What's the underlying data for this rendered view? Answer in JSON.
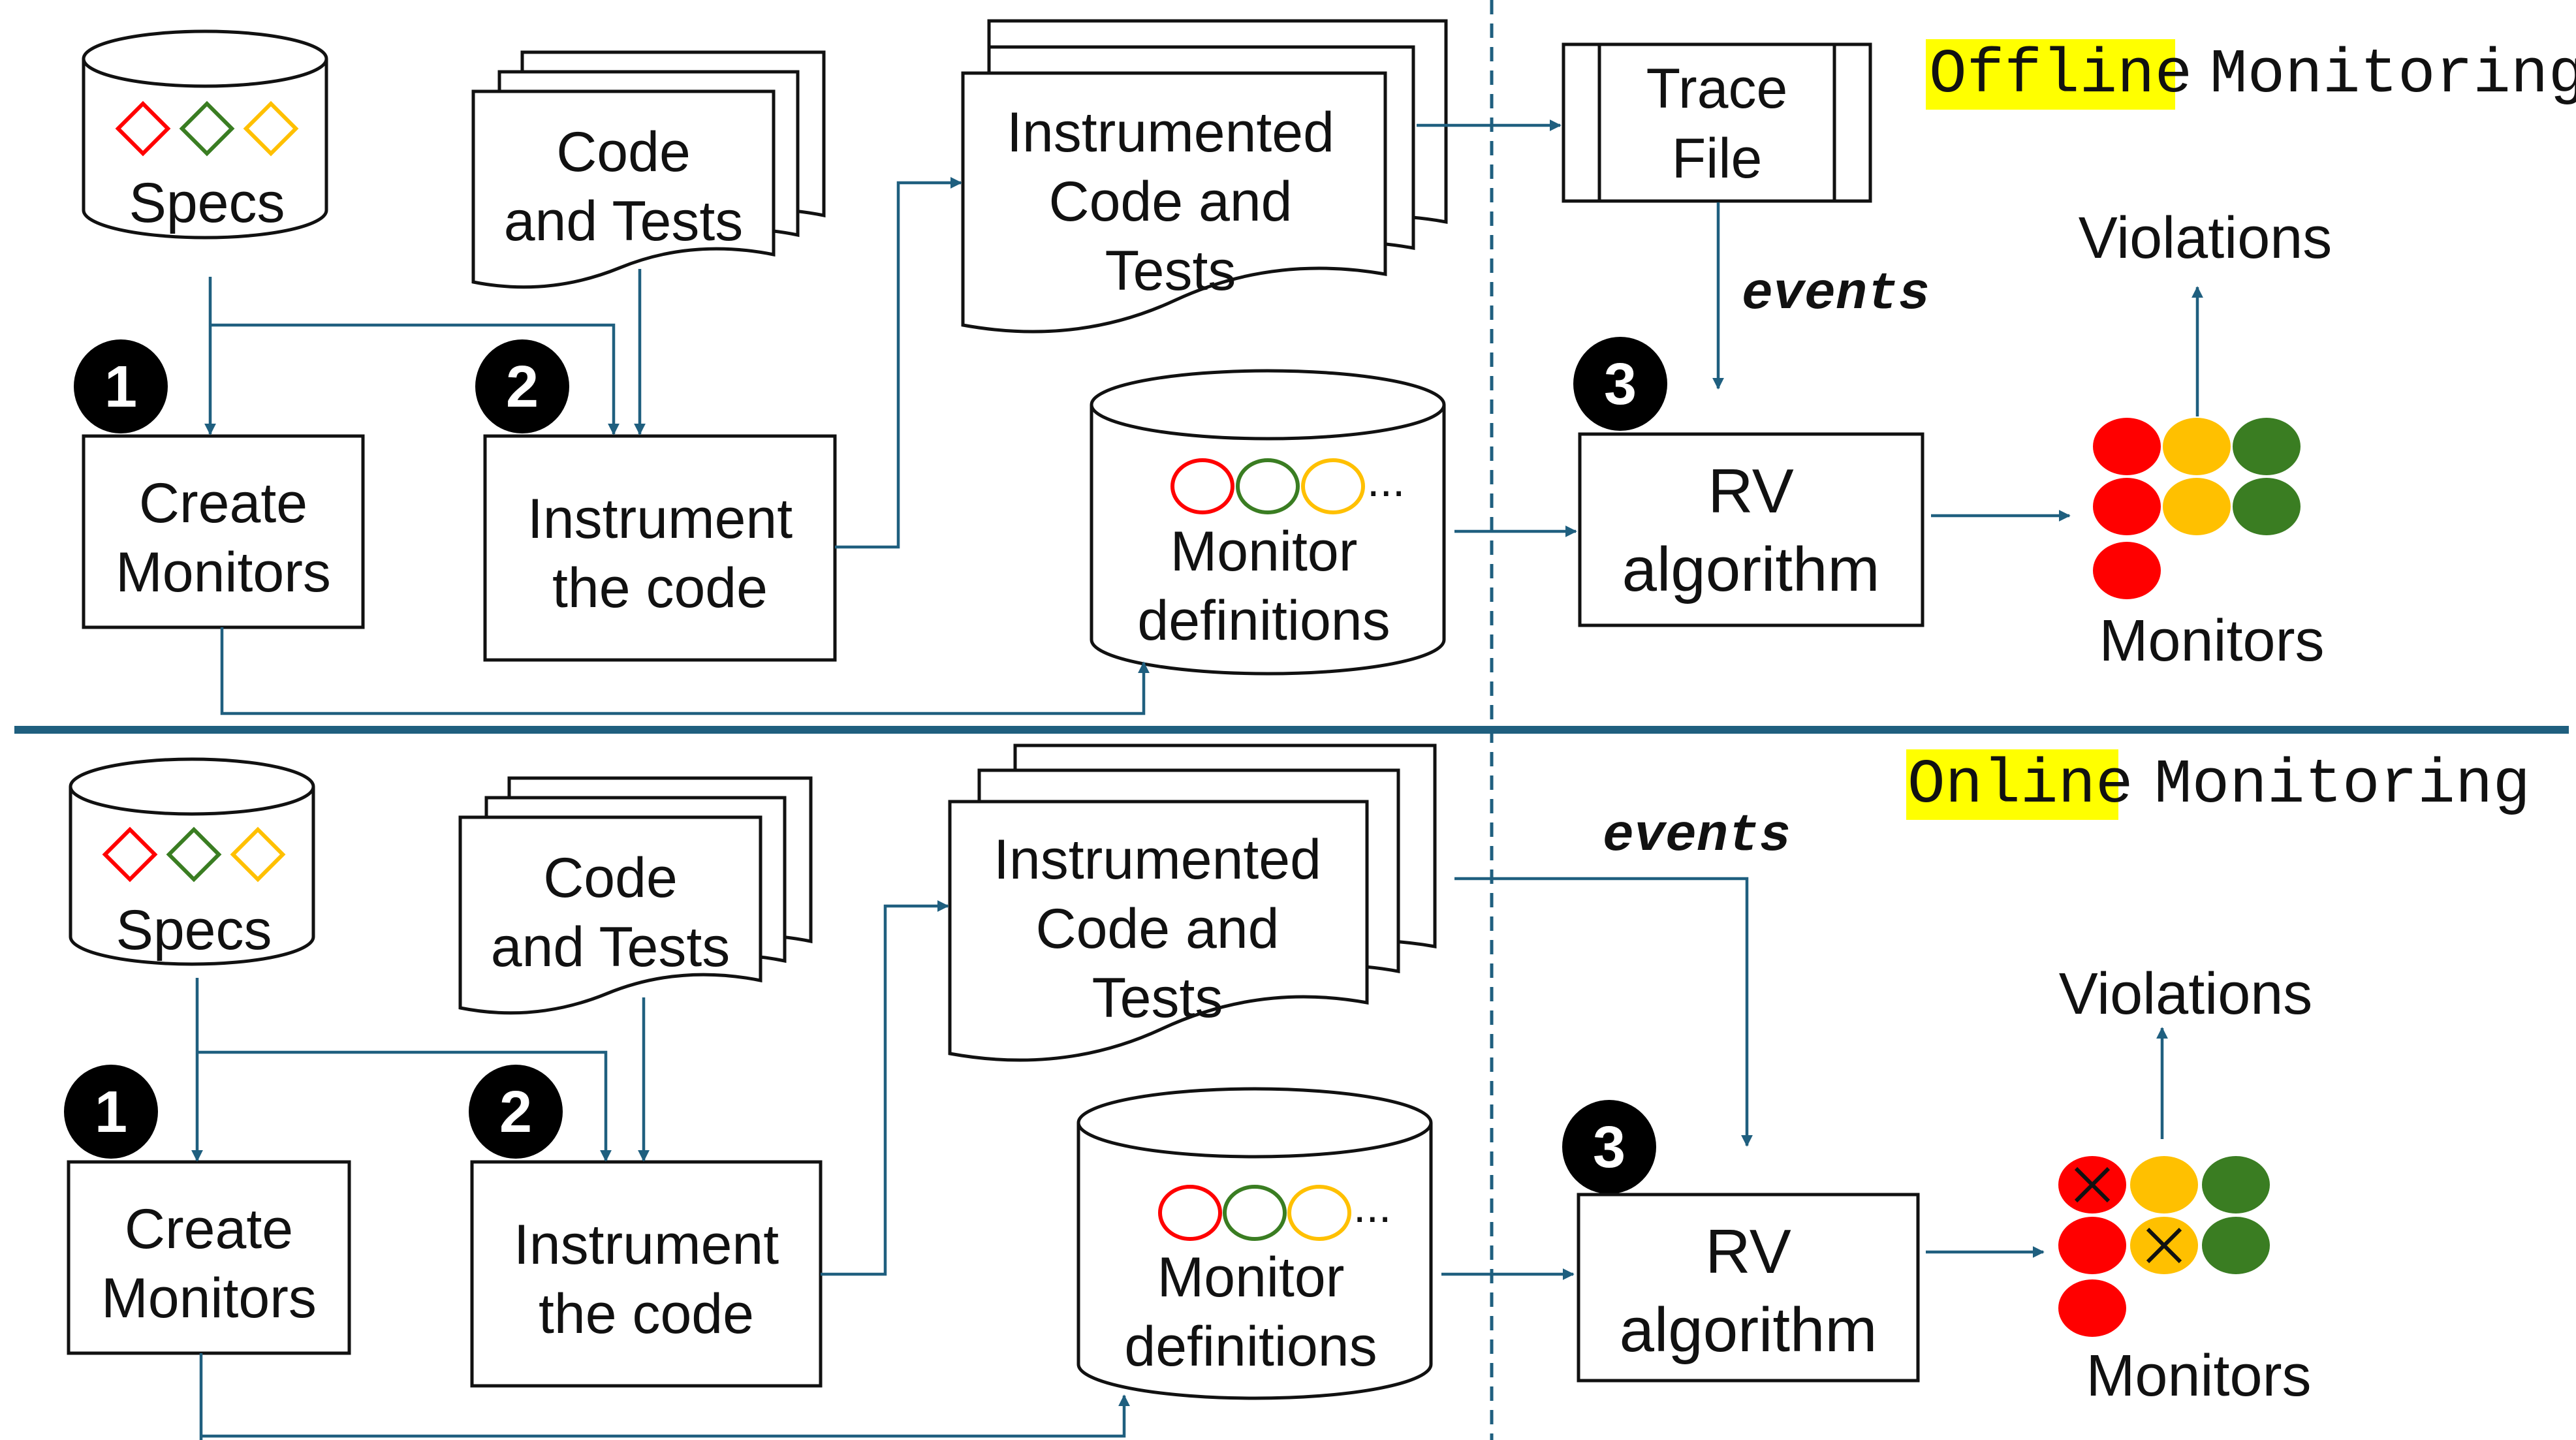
{
  "offline": {
    "title_highlight": "Offline",
    "title_rest": "Monitoring",
    "specs": "Specs",
    "code_tests": [
      "Code",
      "and Tests"
    ],
    "instrumented": [
      "Instrumented",
      "Code and",
      "Tests"
    ],
    "trace_file": [
      "Trace",
      "File"
    ],
    "events": "events",
    "step1": "1",
    "step2": "2",
    "step3": "3",
    "create_monitors": [
      "Create",
      "Monitors"
    ],
    "instrument_code": [
      "Instrument",
      "the code"
    ],
    "monitor_definitions": [
      "Monitor",
      "definitions"
    ],
    "ellipsis": "...",
    "rv_algorithm": [
      "RV",
      "algorithm"
    ],
    "violations": "Violations",
    "monitors": "Monitors"
  },
  "online": {
    "title_highlight": "Online",
    "title_rest": "Monitoring",
    "specs": "Specs",
    "code_tests": [
      "Code",
      "and Tests"
    ],
    "instrumented": [
      "Instrumented",
      "Code and",
      "Tests"
    ],
    "events": "events",
    "step1": "1",
    "step2": "2",
    "step3": "3",
    "create_monitors": [
      "Create",
      "Monitors"
    ],
    "instrument_code": [
      "Instrument",
      "the code"
    ],
    "monitor_definitions": [
      "Monitor",
      "definitions"
    ],
    "ellipsis": "...",
    "rv_algorithm": [
      "RV",
      "algorithm"
    ],
    "violations": "Violations",
    "monitors": "Monitors"
  },
  "colors": {
    "arrow": "#1f5f7f",
    "divider": "#1f5f7f",
    "highlight": "#ffff00",
    "red": "#ff0000",
    "green": "#3a7d22",
    "yellow": "#ffc000"
  }
}
